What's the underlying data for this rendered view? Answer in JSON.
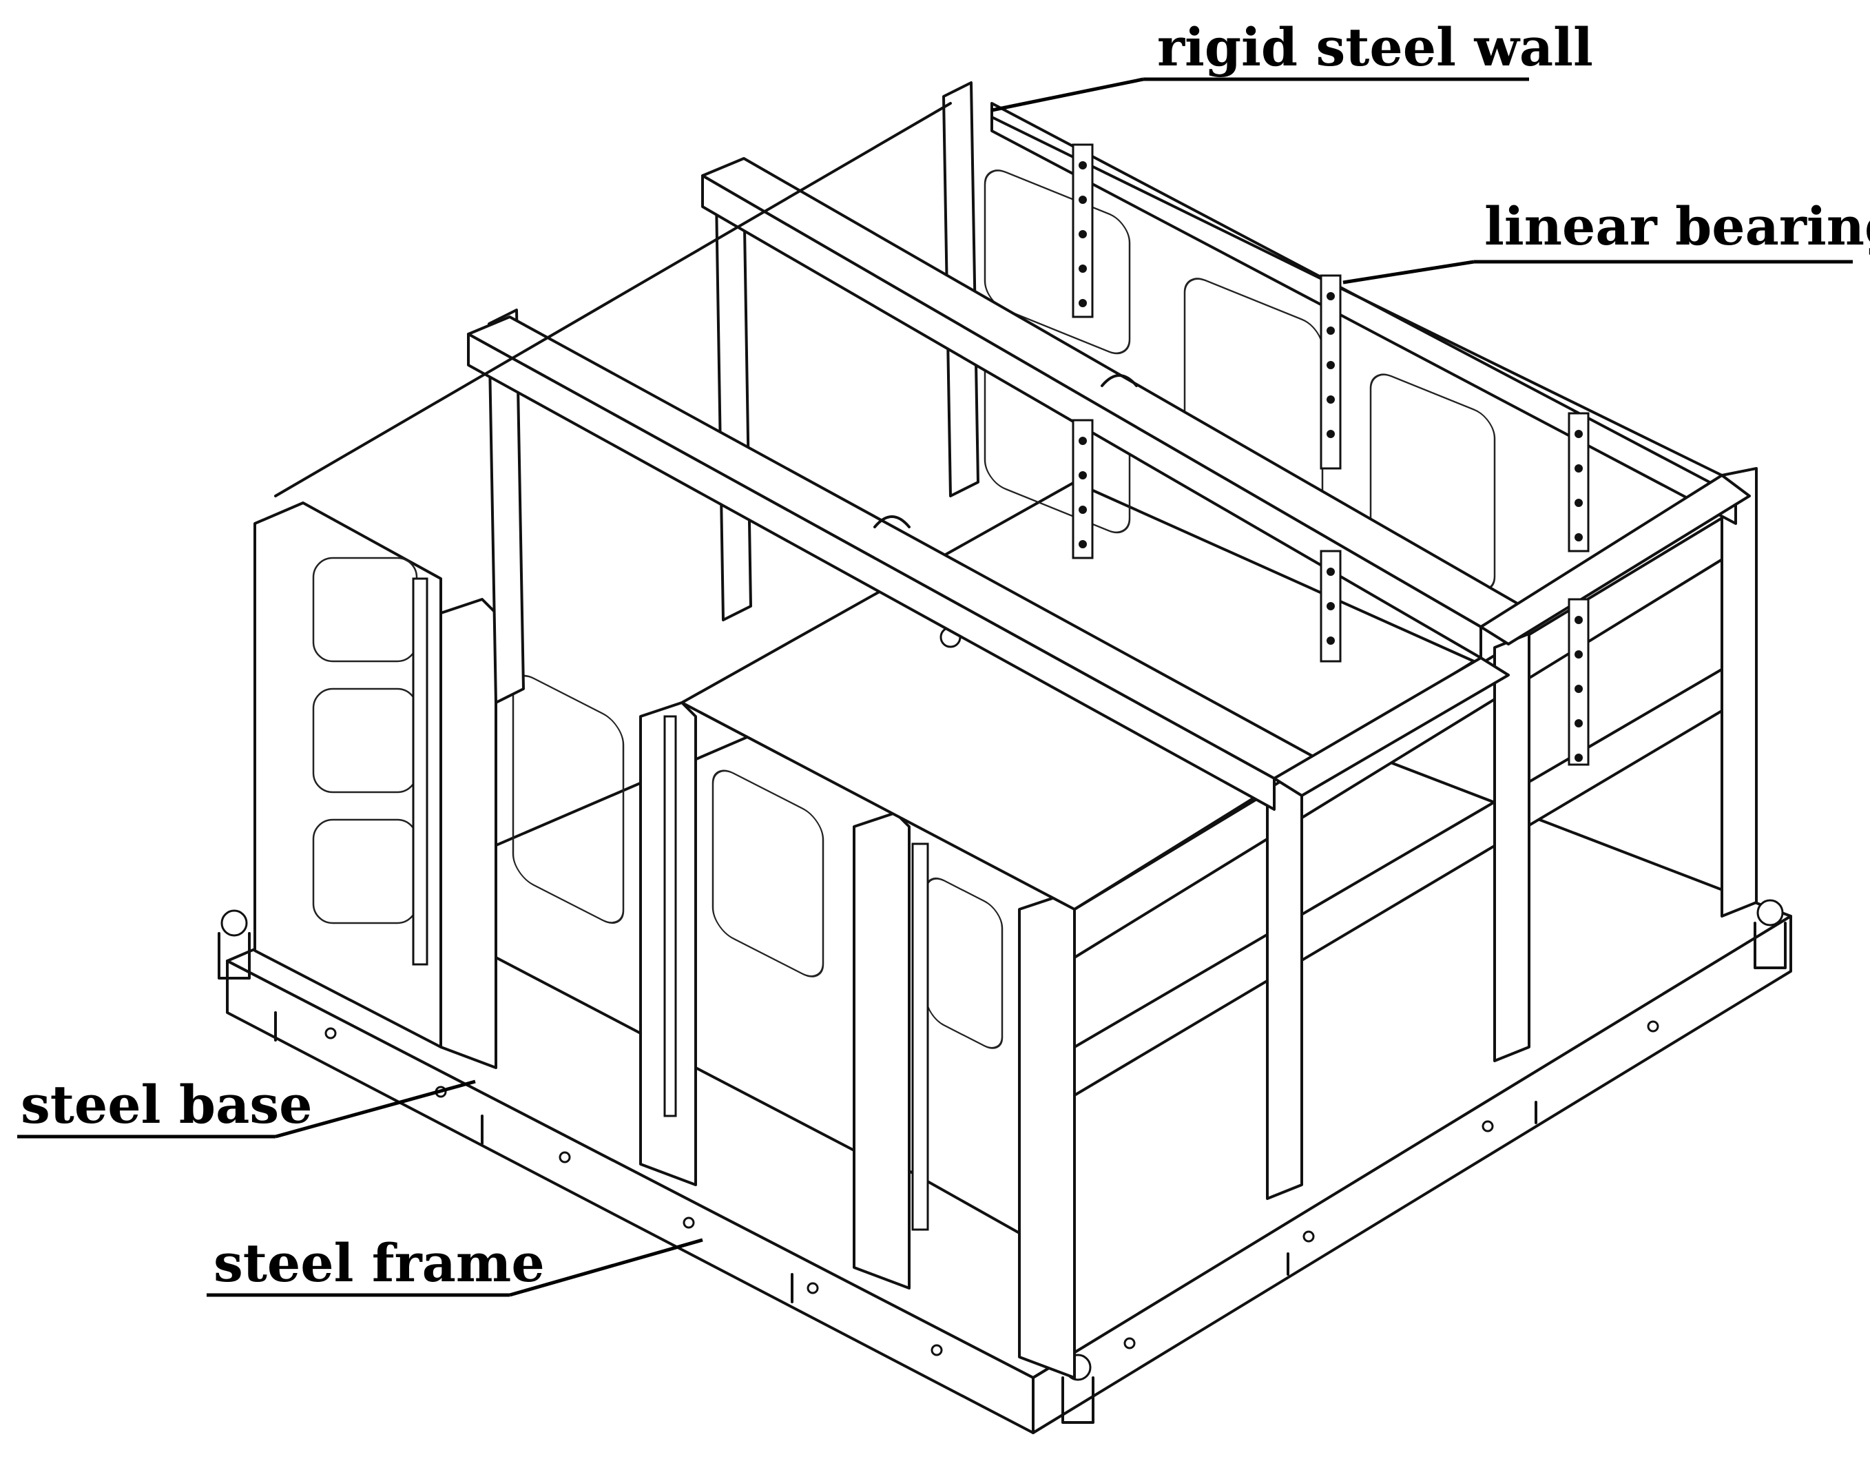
{
  "labels": {
    "rigid_steel_wall": "rigid steel wall",
    "linear_bearing": "linear bearing",
    "steel_base": "steel base",
    "steel_frame": "steel frame"
  },
  "colors": {
    "ink": "#000000",
    "paper": "#ffffff"
  }
}
